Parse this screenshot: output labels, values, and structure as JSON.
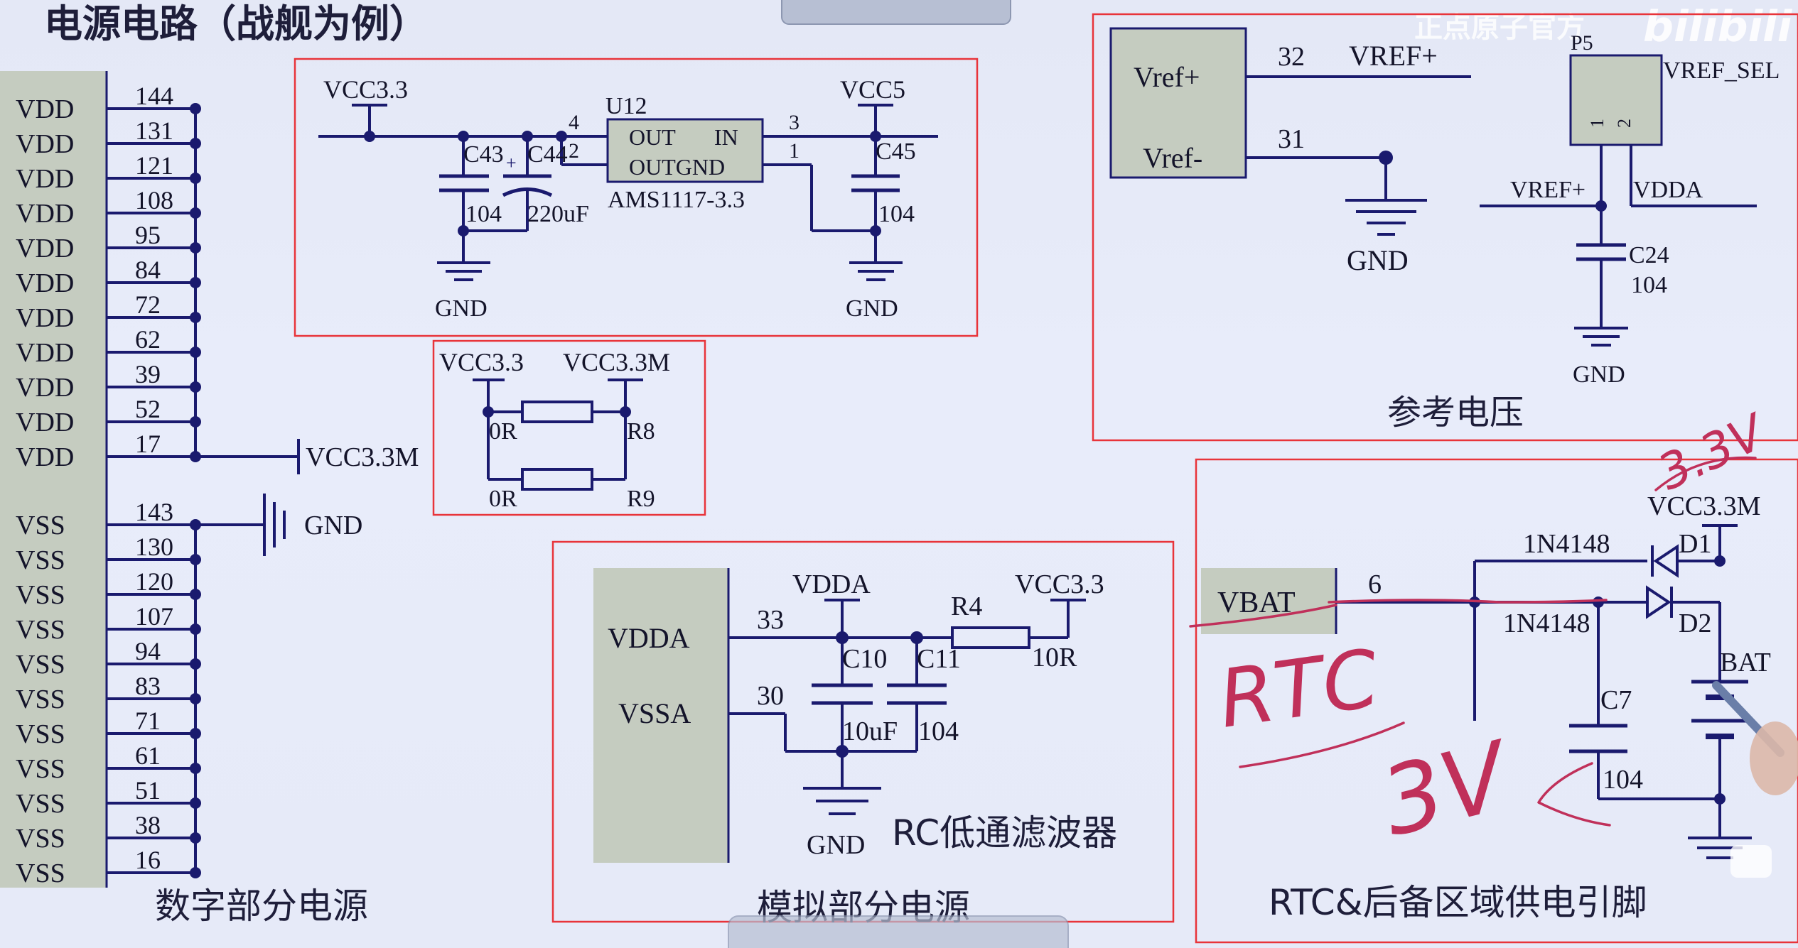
{
  "title": "电源电路（战舰为例）",
  "watermark": "正点原子官方",
  "bili_logo": "bilibili",
  "mcu_power": {
    "vdd_label": "VDD",
    "vss_label": "VSS",
    "vdd_pins": [
      "144",
      "131",
      "121",
      "108",
      "95",
      "84",
      "72",
      "62",
      "39",
      "52",
      "17"
    ],
    "vss_pins": [
      "143",
      "130",
      "120",
      "107",
      "94",
      "83",
      "71",
      "61",
      "51",
      "38",
      "16"
    ],
    "vdd_net": "VCC3.3M",
    "vss_net": "GND",
    "caption": "数字部分电源"
  },
  "ldo": {
    "vin_net": "VCC3.3",
    "vout_net": "VCC5",
    "ref": "U12",
    "part": "AMS1117-3.3",
    "pin_out": "OUT",
    "pin_in": "IN",
    "pin_outgnd": "OUTGND",
    "pin4": "4",
    "pin2": "2",
    "pin3": "3",
    "pin1": "1",
    "c43_ref": "C43",
    "c43_val": "104",
    "c44_ref": "C44",
    "c44_val": "220uF",
    "c45_ref": "C45",
    "c45_val": "104",
    "gnd": "GND"
  },
  "res_bridge": {
    "net_a": "VCC3.3",
    "net_b": "VCC3.3M",
    "r8_val": "0R",
    "r8_ref": "R8",
    "r9_val": "0R",
    "r9_ref": "R9"
  },
  "vref": {
    "pin_pos": "Vref+",
    "pin_neg": "Vref-",
    "pin32": "32",
    "pin31": "31",
    "net_pos": "VREF+",
    "gnd": "GND",
    "p5_ref": "P5",
    "p5_label": "VREF_SEL",
    "p5_pin1": "1",
    "p5_pin2": "2",
    "vref_net": "VREF+",
    "vdda_net": "VDDA",
    "c24_ref": "C24",
    "c24_val": "104",
    "gnd2": "GND",
    "caption": "参考电压"
  },
  "analog": {
    "pin_vdda": "VDDA",
    "pin_vssa": "VSSA",
    "pin33": "33",
    "pin30": "30",
    "net_vdda": "VDDA",
    "net_vcc": "VCC3.3",
    "r4_ref": "R4",
    "r4_val": "10R",
    "c10_ref": "C10",
    "c10_val": "10uF",
    "c11_ref": "C11",
    "c11_val": "104",
    "gnd": "GND",
    "filter_caption": "RC低通滤波器",
    "caption": "模拟部分电源"
  },
  "rtc": {
    "pin": "VBAT",
    "pin_num": "6",
    "vcc_net": "VCC3.3M",
    "d1_part": "1N4148",
    "d1_ref": "D1",
    "d2_part": "1N4148",
    "d2_ref": "D2",
    "c7_ref": "C7",
    "c7_val": "104",
    "bat": "BAT",
    "caption": "RTC&后备区域供电引脚",
    "handwrite_rtc": "RTC",
    "handwrite_3v": "3V",
    "handwrite_33v": "3.3V"
  },
  "colors": {
    "wire": "#1a1a6e",
    "frame": "#e8343a",
    "chip": "#c5ccc0",
    "ink": "#c0305a"
  }
}
